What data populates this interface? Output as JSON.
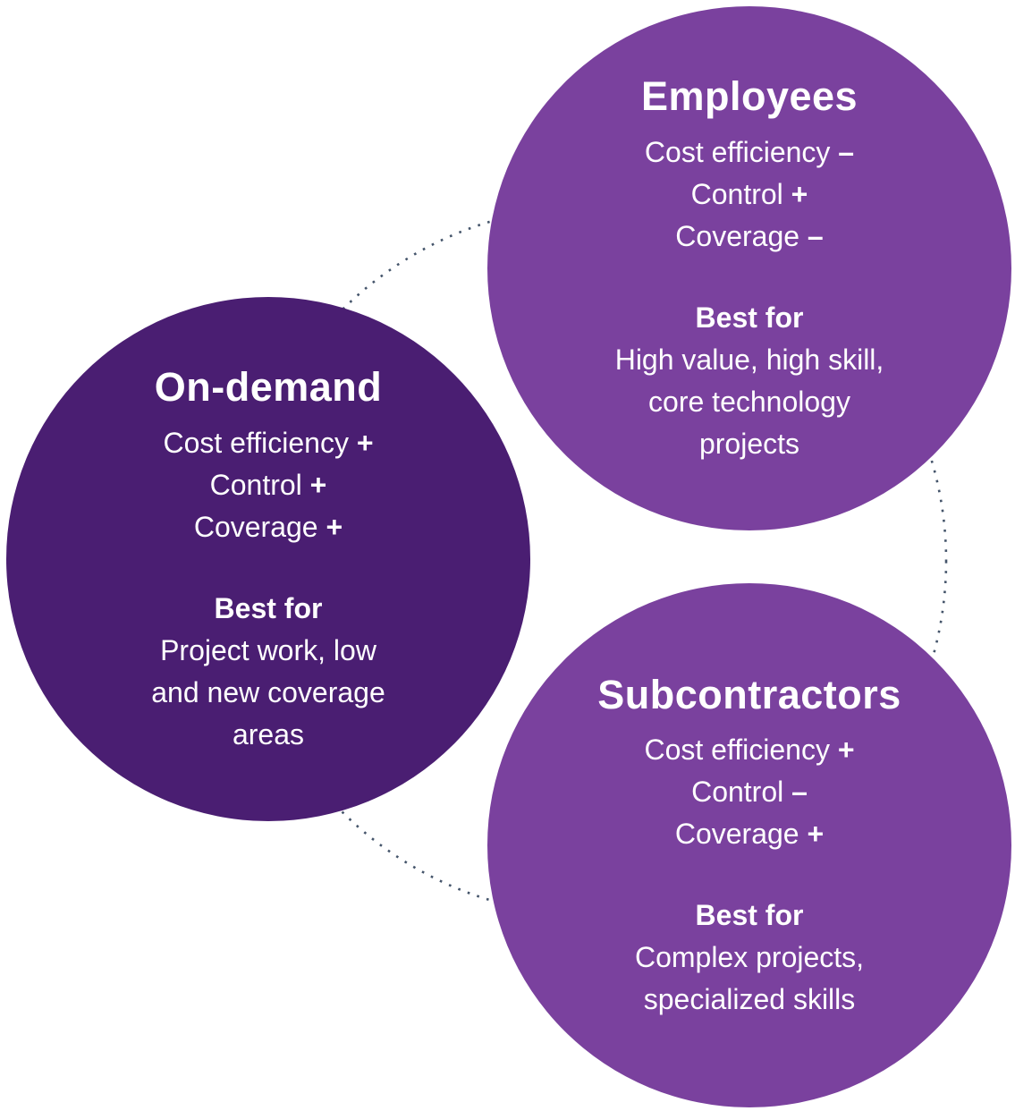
{
  "colors": {
    "dark_purple": "#4A1E72",
    "medium_purple": "#7A419E",
    "dot": "#44546A",
    "text": "#FFFFFF",
    "background": "#FFFFFF"
  },
  "circles": {
    "employees": {
      "title": "Employees",
      "attributes": [
        {
          "label": "Cost efficiency",
          "sign": "–"
        },
        {
          "label": "Control",
          "sign": "+"
        },
        {
          "label": "Coverage",
          "sign": "–"
        }
      ],
      "best_for_label": "Best for",
      "best_for_lines": [
        "High value, high skill,",
        "core technology",
        "projects"
      ]
    },
    "on_demand": {
      "title": "On-demand",
      "attributes": [
        {
          "label": "Cost efficiency",
          "sign": "+"
        },
        {
          "label": "Control",
          "sign": "+"
        },
        {
          "label": "Coverage",
          "sign": "+"
        }
      ],
      "best_for_label": "Best for",
      "best_for_lines": [
        "Project work, low",
        "and new coverage",
        "areas"
      ]
    },
    "subcontractors": {
      "title": "Subcontractors",
      "attributes": [
        {
          "label": "Cost efficiency",
          "sign": "+"
        },
        {
          "label": "Control",
          "sign": "–"
        },
        {
          "label": "Coverage",
          "sign": "+"
        }
      ],
      "best_for_label": "Best for",
      "best_for_lines": [
        "Complex projects,",
        "specialized skills"
      ]
    }
  }
}
